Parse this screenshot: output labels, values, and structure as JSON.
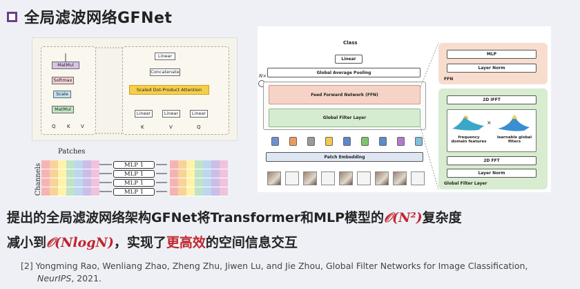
{
  "title": "全局滤波网络GFNet",
  "left_figure": {
    "stack_boxes": [
      "MatMul",
      "Softmax",
      "Scale",
      "MatMul"
    ],
    "stack_inputs": [
      "Q",
      "K",
      "V"
    ],
    "attention_boxes": [
      "Linear",
      "Concatenate",
      "Scaled Dot-Product Attention"
    ],
    "linear_label": "Linear",
    "attention_inputs": [
      "K",
      "V",
      "Q"
    ]
  },
  "patch_figure": {
    "patches_label": "Patches",
    "channels_label": "Channels",
    "mlp_labels": [
      "MLP 1",
      "MLP 1",
      "MLP 1",
      "MLP 1"
    ]
  },
  "right_figure": {
    "class_label": "Class",
    "linear": "Linear",
    "gap": "Global Average Pooling",
    "repeat": "N×",
    "ffn_block": "Feed Forward Network (FFN)",
    "gfl_block": "Global Filter Layer",
    "patch_embedding": "Patch Embedding",
    "ffn_detail": {
      "mlp": "MLP",
      "norm": "Layer Norm",
      "tag": "FFN"
    },
    "gfl_detail": {
      "ifft": "2D IFFT",
      "freq": "frequency domain features",
      "times": "×",
      "filters": "learnable global filters",
      "fft": "2D FFT",
      "norm": "Layer Norm",
      "tag": "Global Filter Layer"
    },
    "token_colors": [
      "#6f8fd4",
      "#f09a5a",
      "#9a9a9a",
      "#f2c94c",
      "#5f86d1",
      "#7fc46a",
      "#5b8cc9",
      "#b07cc6",
      "#7fbfd9"
    ]
  },
  "body": {
    "line1_a": "提出的全局滤波网络架构GFNet将Transformer和MLP模型的",
    "line1_math": "𝒪(𝑵²)",
    "line1_b": "复杂度",
    "line2_a": "减小到",
    "line2_math": "𝒪(𝑵log𝑵)",
    "line2_b": "，实现了",
    "line2_red": "更高效",
    "line2_c": "的空间信息交互"
  },
  "reference": {
    "line1": "[2] Yongming Rao, Wenliang Zhao, Zheng Zhu, Jiwen Lu, and Jie Zhou, Global Filter Networks for Image Classification,",
    "line2_italic": "NeurIPS",
    "line2_rest": ", 2021."
  }
}
